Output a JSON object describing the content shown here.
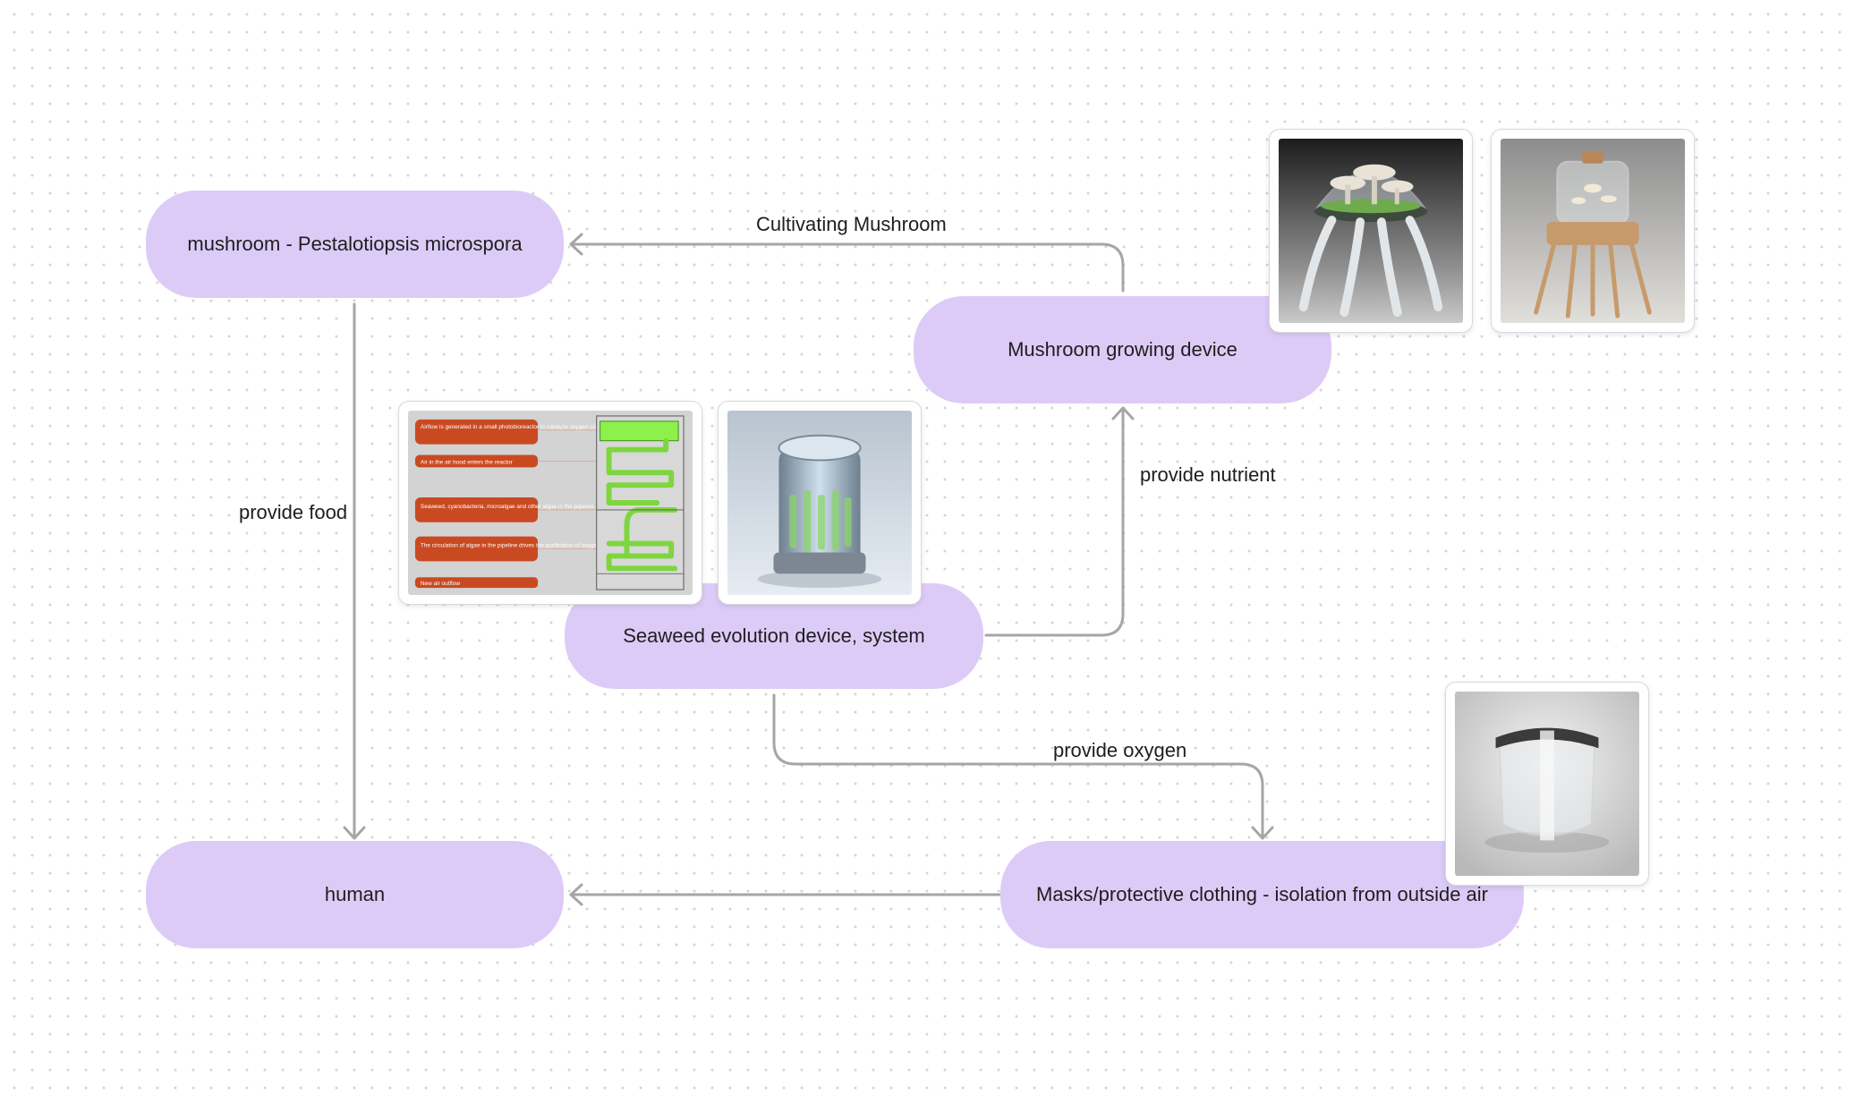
{
  "nodes": {
    "mushroom": "mushroom - Pestalotiopsis microspora",
    "mushroom_device": "Mushroom growing device",
    "seaweed_device": "Seaweed evolution device, system",
    "human": "human",
    "masks": "Masks/protective clothing - isolation from outside air"
  },
  "edges": {
    "cultivating": "Cultivating Mushroom",
    "provide_food": "provide food",
    "provide_nutrient": "provide nutrient",
    "provide_oxygen": "provide oxygen"
  },
  "diagram_text": {
    "airflow": "Airflow is generated in a small photobioreactor to catalyze oxygen conversion",
    "air_in": "Air in the air hood enters the reactor",
    "seaweed": "Seaweed, cyanobacteria, microalgae and other algae in the pipeline",
    "circulation": "The circulation of algae in the pipeline drives the purification of oxygen",
    "new_air": "New air outflow"
  },
  "colors": {
    "node_fill": "#ddcbf7",
    "connector": "#a6a6a6",
    "diagram_orange": "#c94a21",
    "diagram_green": "#8ef04a"
  }
}
